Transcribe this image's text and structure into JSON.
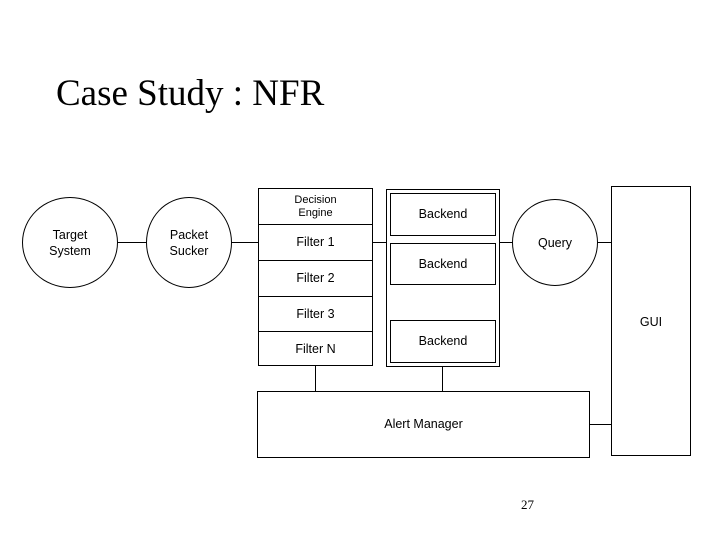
{
  "slide": {
    "title": "Case Study : NFR",
    "page_number": "27",
    "background_color": "#ffffff",
    "line_color": "#000000",
    "text_color": "#000000"
  },
  "diagram": {
    "target_system": {
      "line1": "Target",
      "line2": "System"
    },
    "packet_sucker": {
      "line1": "Packet",
      "line2": "Sucker"
    },
    "decision_engine_stack": {
      "header_line1": "Decision",
      "header_line2": "Engine",
      "rows": [
        {
          "label": "Filter 1"
        },
        {
          "label": "Filter 2"
        },
        {
          "label": "Filter 3"
        },
        {
          "label": "Filter N"
        }
      ]
    },
    "backend_stack": {
      "items": [
        {
          "label": "Backend"
        },
        {
          "label": "Backend"
        },
        {
          "label": "Backend"
        }
      ]
    },
    "query": {
      "label": "Query"
    },
    "gui": {
      "label": "GUI"
    },
    "alert_manager": {
      "label": "Alert Manager"
    }
  }
}
